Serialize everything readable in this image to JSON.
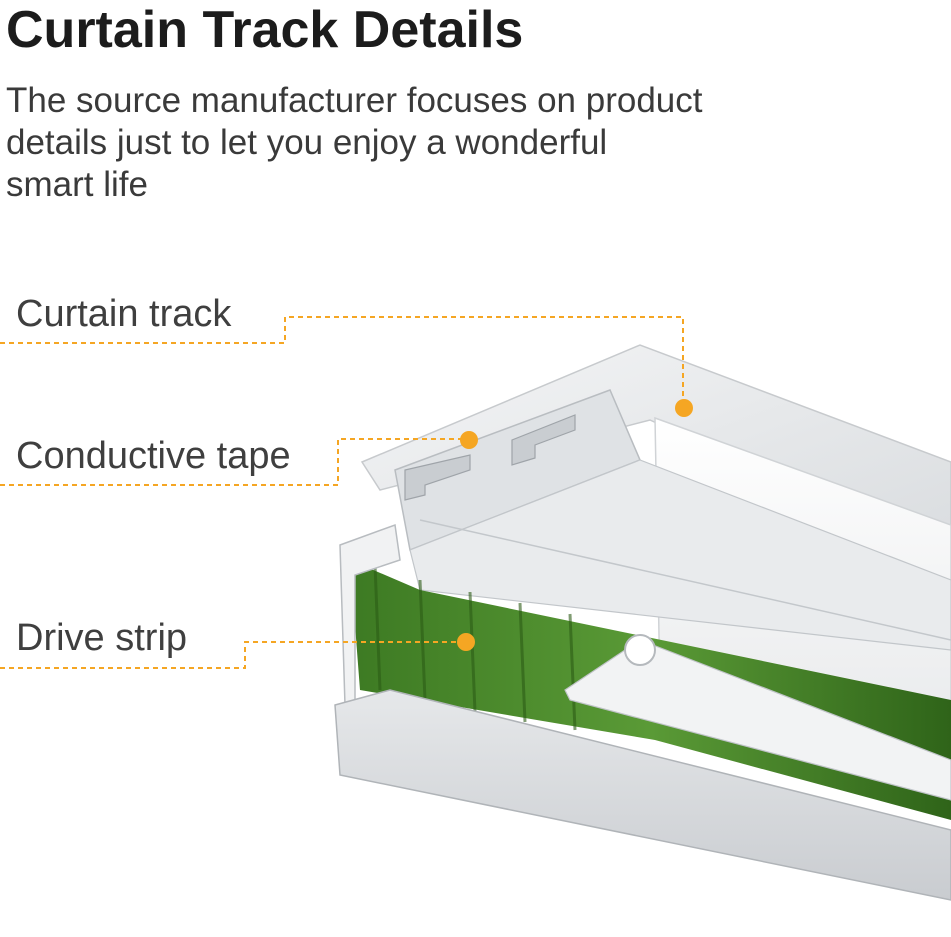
{
  "title": "Curtain Track Details",
  "subtitle_lines": [
    "The source manufacturer focuses on product",
    "details just to let you enjoy a wonderful",
    "smart life"
  ],
  "callouts": {
    "curtain_track": "Curtain track",
    "conductive_tape": "Conductive tape",
    "drive_strip": "Drive strip"
  },
  "colors": {
    "accent": "#f5a623",
    "drive_strip": "#4c8a2e",
    "track": "#eef0f1"
  }
}
